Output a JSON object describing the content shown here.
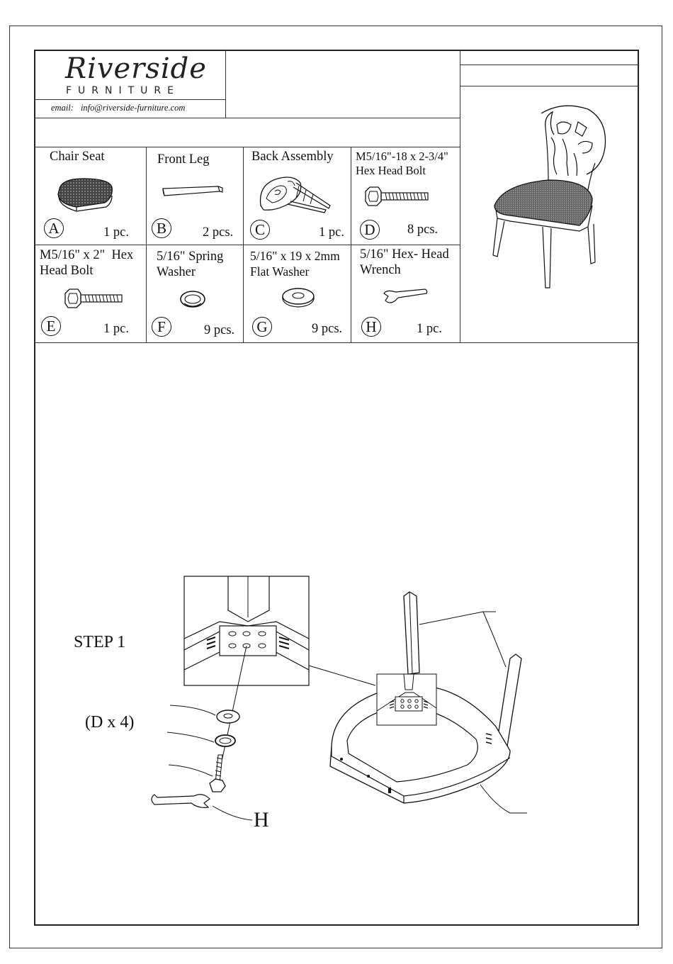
{
  "brand": {
    "logo_script": "Riverside",
    "logo_sub": "FURNITURE",
    "email_label": "email:",
    "email_value": "info@riverside-furniture.com"
  },
  "parts": [
    {
      "letter": "A",
      "name": "Chair Seat",
      "qty": "1 pc.",
      "icon": "chair-seat-icon"
    },
    {
      "letter": "B",
      "name": "Front Leg",
      "qty": "2 pcs.",
      "icon": "front-leg-icon"
    },
    {
      "letter": "C",
      "name": "Back Assembly",
      "qty": "1 pc.",
      "icon": "back-assembly-icon"
    },
    {
      "letter": "D",
      "name": "M5/16\"-18 x 2-3/4\"\nHex Head Bolt",
      "qty": "8 pcs.",
      "icon": "hex-bolt-long-icon"
    },
    {
      "letter": "E",
      "name": "M5/16\" x 2\"  Hex\nHead Bolt",
      "qty": "1 pc.",
      "icon": "hex-bolt-short-icon"
    },
    {
      "letter": "F",
      "name": "5/16\" Spring\nWasher",
      "qty": "9 pcs.",
      "icon": "spring-washer-icon"
    },
    {
      "letter": "G",
      "name": "5/16\" x 19 x 2mm\nFlat Washer",
      "qty": "9 pcs.",
      "icon": "flat-washer-icon"
    },
    {
      "letter": "H",
      "name": "5/16\" Hex- Head\nWrench",
      "qty": "1 pc.",
      "icon": "hex-wrench-icon"
    }
  ],
  "step": {
    "title": "STEP 1",
    "multiplier": "(D x 4)",
    "tool_label": "H"
  }
}
